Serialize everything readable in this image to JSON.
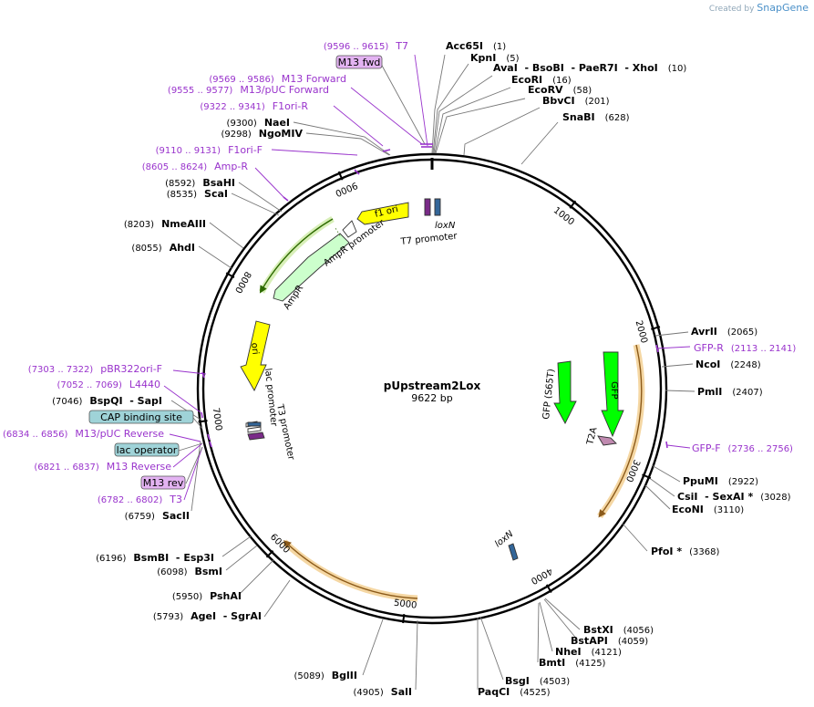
{
  "brand": {
    "created_by": "Created by",
    "name": "SnapGene"
  },
  "plasmid": {
    "name": "pUpstream2Lox",
    "length_label": "9622 bp",
    "length": 9622
  },
  "ticks": [
    "1000",
    "2000",
    "3000",
    "4000",
    "5000",
    "6000",
    "7000",
    "8000",
    "9000"
  ],
  "sites_right": [
    {
      "name": "Acc65I",
      "pos": "(1)"
    },
    {
      "name": "KpnI",
      "pos": "(5)"
    },
    {
      "name": "AvaI  - BsoBI  - PaeR7I  - XhoI",
      "pos": "(10)"
    },
    {
      "name": "EcoRI",
      "pos": "(16)"
    },
    {
      "name": "EcoRV",
      "pos": "(58)"
    },
    {
      "name": "BbvCI",
      "pos": "(201)"
    },
    {
      "name": "SnaBI",
      "pos": "(628)"
    },
    {
      "name": "AvrII",
      "pos": "(2065)"
    },
    {
      "name": "NcoI",
      "pos": "(2248)"
    },
    {
      "name": "PmlI",
      "pos": "(2407)"
    },
    {
      "name": "PpuMI",
      "pos": "(2922)"
    },
    {
      "name": "CsiI  - SexAI *",
      "pos": "(3028)"
    },
    {
      "name": "EcoNI",
      "pos": "(3110)"
    },
    {
      "name": "PfoI *",
      "pos": "(3368)"
    },
    {
      "name": "BstXI",
      "pos": "(4056)"
    },
    {
      "name": "BstAPI",
      "pos": "(4059)"
    },
    {
      "name": "NheI",
      "pos": "(4121)"
    },
    {
      "name": "BmtI",
      "pos": "(4125)"
    },
    {
      "name": "BsgI",
      "pos": "(4503)"
    },
    {
      "name": "PaqCI",
      "pos": "(4525)"
    }
  ],
  "sites_left": [
    {
      "name": "NaeI",
      "pos": "(9300)"
    },
    {
      "name": "NgoMIV",
      "pos": "(9298)"
    },
    {
      "name": "BsaHI",
      "pos": "(8592)"
    },
    {
      "name": "ScaI",
      "pos": "(8535)"
    },
    {
      "name": "NmeAIII",
      "pos": "(8203)"
    },
    {
      "name": "AhdI",
      "pos": "(8055)"
    },
    {
      "name": "BspQI  - SapI",
      "pos": "(7046)"
    },
    {
      "name": "SacII",
      "pos": "(6759)"
    },
    {
      "name": "BsmBI  - Esp3I",
      "pos": "(6196)"
    },
    {
      "name": "BsmI",
      "pos": "(6098)"
    },
    {
      "name": "PshAI",
      "pos": "(5950)"
    },
    {
      "name": "AgeI  - SgrAI",
      "pos": "(5793)"
    },
    {
      "name": "BglII",
      "pos": "(5089)"
    },
    {
      "name": "SalI",
      "pos": "(4905)"
    }
  ],
  "primers": [
    {
      "name": "T7",
      "pos": "(9596 .. 9615)"
    },
    {
      "name": "M13 Forward",
      "pos": "(9569 .. 9586)"
    },
    {
      "name": "M13/pUC Forward",
      "pos": "(9555 .. 9577)"
    },
    {
      "name": "F1ori-R",
      "pos": "(9322 .. 9341)"
    },
    {
      "name": "F1ori-F",
      "pos": "(9110 .. 9131)"
    },
    {
      "name": "Amp-R",
      "pos": "(8605 .. 8624)"
    },
    {
      "name": "pBR322ori-F",
      "pos": "(7303 .. 7322)"
    },
    {
      "name": "L4440",
      "pos": "(7052 .. 7069)"
    },
    {
      "name": "M13/pUC Reverse",
      "pos": "(6834 .. 6856)"
    },
    {
      "name": "M13 Reverse",
      "pos": "(6821 .. 6837)"
    },
    {
      "name": "T3",
      "pos": "(6782 .. 6802)"
    },
    {
      "name": "GFP-R",
      "pos": "(2113 .. 2141)"
    },
    {
      "name": "GFP-F",
      "pos": "(2736 .. 2756)"
    }
  ],
  "boxed_labels": [
    {
      "name": "M13 fwd",
      "color": "#e3b3f2"
    },
    {
      "name": "CAP binding site",
      "color": "#9fd3d8"
    },
    {
      "name": "lac operator",
      "color": "#9fd3d8"
    },
    {
      "name": "M13 rev",
      "color": "#e3b3f2"
    }
  ],
  "features": [
    {
      "name": "f1 ori",
      "color": "#ffff00"
    },
    {
      "name": "AmpR promoter",
      "color": "#ffffff"
    },
    {
      "name": "AmpR",
      "color": "#ccffcc"
    },
    {
      "name": "ori",
      "color": "#ffff00"
    },
    {
      "name": "lac promoter",
      "color": "#ffffff"
    },
    {
      "name": "T3 promoter",
      "color": "#ffffff"
    },
    {
      "name": "T7 promoter",
      "color": "#ffffff"
    },
    {
      "name": "loxN",
      "color": "#336699"
    },
    {
      "name": "GFP (S65T)",
      "color": "#00ff00"
    },
    {
      "name": "GFP",
      "color": "#00ff00"
    },
    {
      "name": "T2A",
      "color": "#c08ab0"
    },
    {
      "name": "loxN",
      "color": "#336699"
    }
  ]
}
